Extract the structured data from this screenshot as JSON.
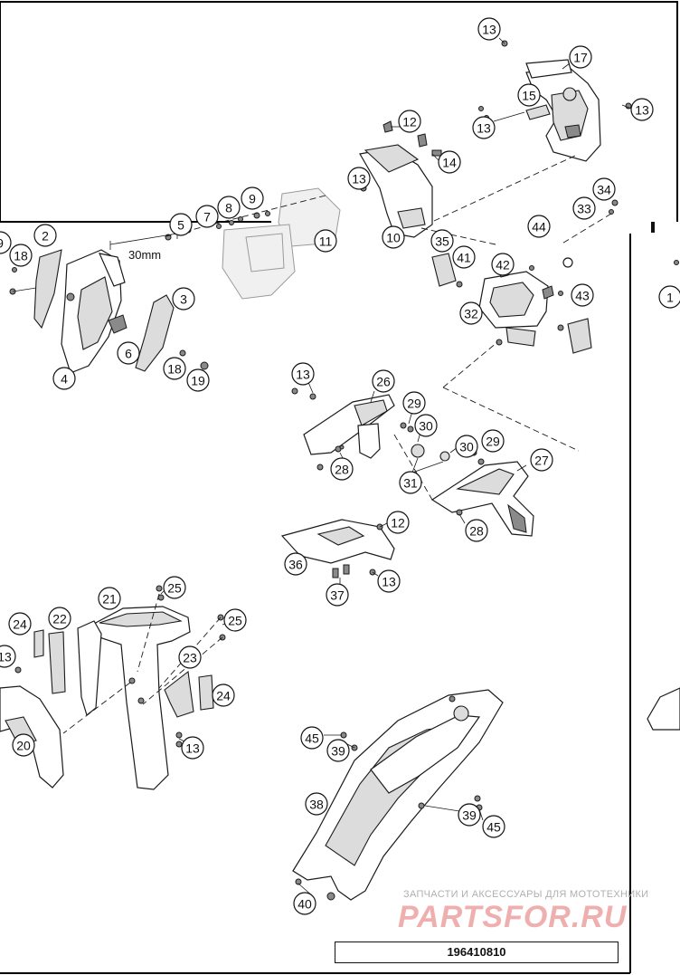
{
  "diagram": {
    "reference_number": "196410810",
    "dimension_label": "30mm",
    "watermark": {
      "caption": "ЗАПЧАСТИ И АКСЕССУАРЫ ДЛЯ МОТОТЕХНИКИ",
      "logo": "PARTSFOR.RU"
    },
    "callouts": [
      {
        "id": "c13a",
        "label": "13"
      },
      {
        "id": "c17",
        "label": "17"
      },
      {
        "id": "c15",
        "label": "15"
      },
      {
        "id": "c13b",
        "label": "13"
      },
      {
        "id": "c13c",
        "label": "13"
      },
      {
        "id": "c12a",
        "label": "12"
      },
      {
        "id": "c14",
        "label": "14"
      },
      {
        "id": "c13d",
        "label": "13"
      },
      {
        "id": "c34",
        "label": "34"
      },
      {
        "id": "c33",
        "label": "33"
      },
      {
        "id": "c9a",
        "label": "9"
      },
      {
        "id": "c8",
        "label": "8"
      },
      {
        "id": "c7",
        "label": "7"
      },
      {
        "id": "c5",
        "label": "5"
      },
      {
        "id": "c11",
        "label": "11"
      },
      {
        "id": "c10",
        "label": "10"
      },
      {
        "id": "c35",
        "label": "35"
      },
      {
        "id": "c44",
        "label": "44"
      },
      {
        "id": "c41",
        "label": "41"
      },
      {
        "id": "c42",
        "label": "42"
      },
      {
        "id": "c43",
        "label": "43"
      },
      {
        "id": "c32",
        "label": "32"
      },
      {
        "id": "c9b",
        "label": "9"
      },
      {
        "id": "c18a",
        "label": "18"
      },
      {
        "id": "c2",
        "label": "2"
      },
      {
        "id": "c3",
        "label": "3"
      },
      {
        "id": "c6",
        "label": "6"
      },
      {
        "id": "c4",
        "label": "4"
      },
      {
        "id": "c18b",
        "label": "18"
      },
      {
        "id": "c19",
        "label": "19"
      },
      {
        "id": "c1",
        "label": "1"
      },
      {
        "id": "c13e",
        "label": "13"
      },
      {
        "id": "c26",
        "label": "26"
      },
      {
        "id": "c29a",
        "label": "29"
      },
      {
        "id": "c30a",
        "label": "30"
      },
      {
        "id": "c28a",
        "label": "28"
      },
      {
        "id": "c31",
        "label": "31"
      },
      {
        "id": "c30b",
        "label": "30"
      },
      {
        "id": "c29b",
        "label": "29"
      },
      {
        "id": "c27",
        "label": "27"
      },
      {
        "id": "c28b",
        "label": "28"
      },
      {
        "id": "c12b",
        "label": "12"
      },
      {
        "id": "c36",
        "label": "36"
      },
      {
        "id": "c37",
        "label": "37"
      },
      {
        "id": "c13f",
        "label": "13"
      },
      {
        "id": "c25a",
        "label": "25"
      },
      {
        "id": "c21",
        "label": "21"
      },
      {
        "id": "c24a",
        "label": "24"
      },
      {
        "id": "c22",
        "label": "22"
      },
      {
        "id": "c25b",
        "label": "25"
      },
      {
        "id": "c13g",
        "label": "13"
      },
      {
        "id": "c23",
        "label": "23"
      },
      {
        "id": "c24b",
        "label": "24"
      },
      {
        "id": "c13h",
        "label": "13"
      },
      {
        "id": "c20",
        "label": "20"
      },
      {
        "id": "c45a",
        "label": "45"
      },
      {
        "id": "c39a",
        "label": "39"
      },
      {
        "id": "c38",
        "label": "38"
      },
      {
        "id": "c39b",
        "label": "39"
      },
      {
        "id": "c45b",
        "label": "45"
      },
      {
        "id": "c40",
        "label": "40"
      }
    ]
  }
}
